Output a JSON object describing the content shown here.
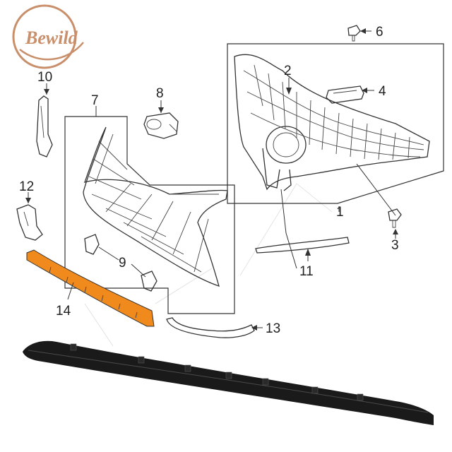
{
  "brand": {
    "logo_text": "Bewild",
    "logo_color": "#c98f6a"
  },
  "callouts": {
    "c1": "1",
    "c2": "2",
    "c3": "3",
    "c4": "4",
    "c6": "6",
    "c7": "7",
    "c8": "8",
    "c9": "9",
    "c10": "10",
    "c11": "11",
    "c12": "12",
    "c13": "13",
    "c14": "14"
  },
  "colors": {
    "highlight_part": "#f08a1c",
    "product_photo": "#1a1a1a",
    "line_art": "#333333"
  }
}
